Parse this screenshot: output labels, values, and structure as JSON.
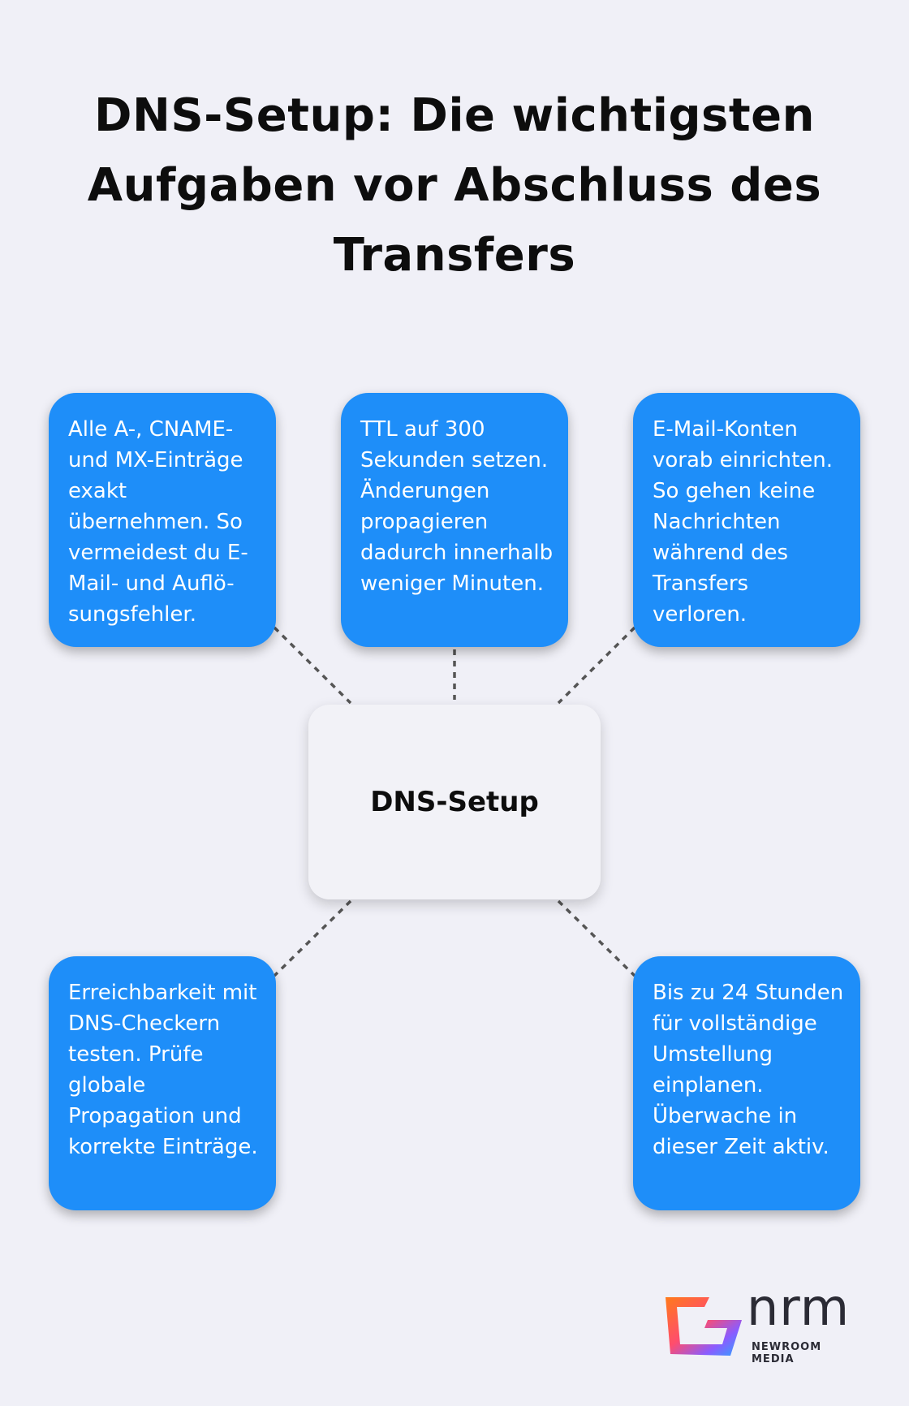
{
  "title": "DNS-Setup: Die wichtigsten Aufgaben vor Abschluss des Transfers",
  "center": {
    "label": "DNS-Setup"
  },
  "tasks": [
    {
      "text": "Alle A-, CNAME- und MX-Einträge exakt übernehmen. So vermeidest du E-Mail- und Auflö-sungsfehler."
    },
    {
      "text": "TTL auf 300 Sekunden setzen. Änderungen propagieren dadurch innerhalb weniger Minuten."
    },
    {
      "text": "E-Mail-Konten vorab einrichten. So gehen keine Nachrichten während des Transfers verloren."
    },
    {
      "text": "Erreichbarkeit mit DNS-Checkern testen. Prüfe globale Propagation und korrekte Einträge."
    },
    {
      "text": "Bis zu 24 Stunden für vollständige Umstellung einplanen. Überwache in dieser Zeit aktiv."
    }
  ],
  "logo": {
    "name": "nrm",
    "subtitle": "NEWROOM MEDIA"
  },
  "colors": {
    "background": "#f0f0f7",
    "box": "#1e8ef9",
    "center_box": "#f2f2f7",
    "connector": "#555555",
    "text_dark": "#0d0d0d"
  }
}
